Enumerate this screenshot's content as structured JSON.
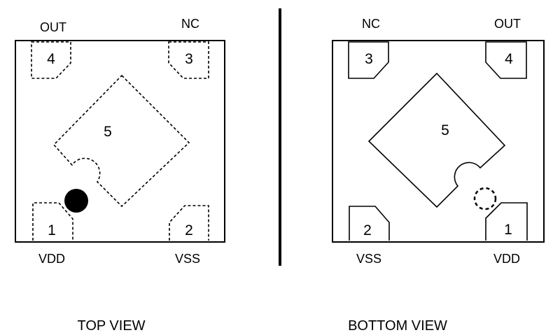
{
  "top_view": {
    "title": "TOP VIEW",
    "pins": {
      "top_left": "OUT",
      "top_right": "NC",
      "bottom_left": "VDD",
      "bottom_right": "VSS"
    },
    "pads": {
      "top_left": "4",
      "top_right": "3",
      "bottom_left": "1",
      "bottom_right": "2",
      "center": "5"
    }
  },
  "bottom_view": {
    "title": "BOTTOM VIEW",
    "pins": {
      "top_left": "NC",
      "top_right": "OUT",
      "bottom_left": "VSS",
      "bottom_right": "VDD"
    },
    "pads": {
      "top_left": "3",
      "top_right": "4",
      "bottom_left": "2",
      "bottom_right": "1",
      "center": "5"
    }
  }
}
